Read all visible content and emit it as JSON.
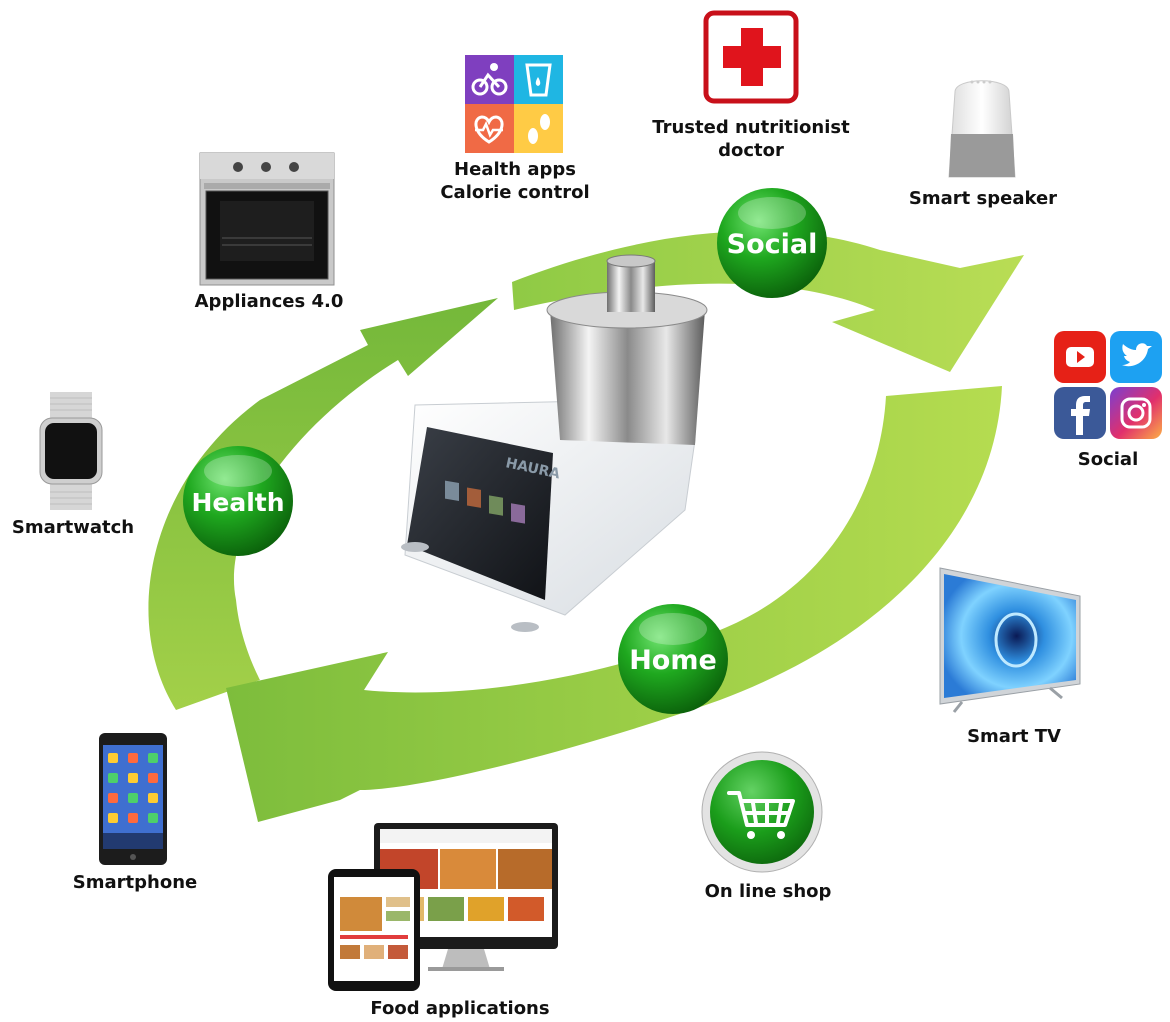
{
  "hubs": {
    "social": "Social",
    "health": "Health",
    "home": "Home"
  },
  "devices": {
    "appliances": "Appliances 4.0",
    "health_apps_line1": "Health apps",
    "health_apps_line2": "Calorie control",
    "nutritionist_line1": "Trusted nutritionist",
    "nutritionist_line2": "doctor",
    "smart_speaker": "Smart speaker",
    "social": "Social",
    "smartwatch": "Smartwatch",
    "smart_tv": "Smart TV",
    "smartphone": "Smartphone",
    "online_shop": "On line shop",
    "food_apps": "Food applications"
  },
  "product": {
    "brand": "HAURA"
  },
  "icons": {
    "cycle": "bicycle-icon",
    "water": "water-glass-icon",
    "heart": "heart-rate-icon",
    "steps": "footsteps-icon",
    "medical": "medical-cross-icon",
    "cart": "shopping-cart-icon",
    "youtube": "youtube-icon",
    "twitter": "twitter-icon",
    "facebook": "facebook-icon",
    "instagram": "instagram-icon"
  },
  "colors": {
    "arrow_green": "#8cc63f",
    "ball_green": "#1e9e1e",
    "medical_red": "#e0141c"
  }
}
